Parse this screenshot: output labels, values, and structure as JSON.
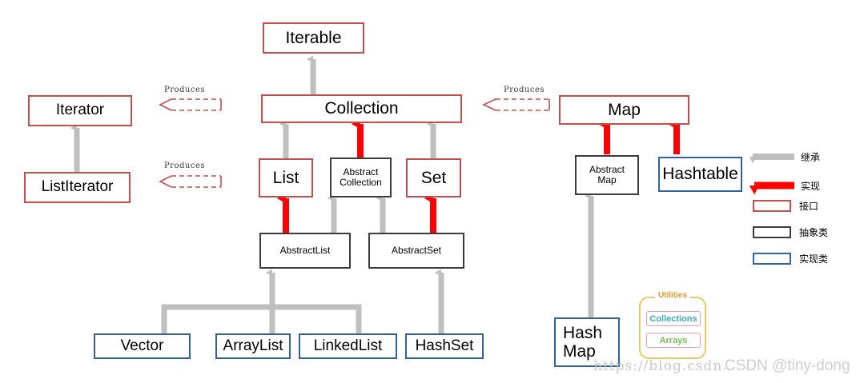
{
  "diagram": {
    "title": "Java Collections Framework Hierarchy",
    "colors": {
      "interface": "#c0504d",
      "abstract_class": "#3b3b3b",
      "implementation_class": "#31629c",
      "inheritance_arrow": "#bfbfbf",
      "implements_arrow": "#ff0000",
      "produces_arrow": "#c0504d",
      "utilities_border": "#e8c96a",
      "watermark": "#c9c9c9"
    },
    "nodes": {
      "iterable": "Iterable",
      "collection": "Collection",
      "iterator": "Iterator",
      "list_iterator": "ListIterator",
      "list": "List",
      "abstract_collection_line1": "Abstract",
      "abstract_collection_line2": "Collection",
      "set": "Set",
      "abstract_list": "AbstractList",
      "abstract_set": "AbstractSet",
      "vector": "Vector",
      "array_list": "ArrayList",
      "linked_list": "LinkedList",
      "hash_set": "HashSet",
      "map": "Map",
      "abstract_map_line1": "Abstract",
      "abstract_map_line2": "Map",
      "hashtable": "Hashtable",
      "hash_map_line1": "Hash",
      "hash_map_line2": "Map"
    },
    "edge_labels": {
      "produces_iterator": "Produces",
      "produces_list_iterator": "Produces",
      "produces_map": "Produces"
    },
    "utilities": {
      "title": "Utilities",
      "items": [
        "Collections",
        "Arrays"
      ]
    },
    "legend": [
      {
        "kind": "arrow-gray",
        "label": "继承"
      },
      {
        "kind": "arrow-red",
        "label": "实现"
      },
      {
        "kind": "box-red",
        "label": "接口"
      },
      {
        "kind": "box-black",
        "label": "抽象类"
      },
      {
        "kind": "box-blue",
        "label": "实现类"
      }
    ],
    "watermarks": {
      "url": "https://blog.csdn.",
      "user": "CSDN @tiny-dong"
    }
  }
}
